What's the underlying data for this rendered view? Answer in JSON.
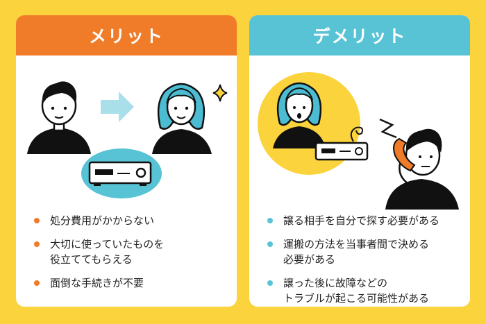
{
  "colors": {
    "background": "#FBD33C",
    "merit_accent": "#F07B28",
    "demerit_accent": "#58C3D5",
    "teal_hair": "#4BBCD1"
  },
  "merit": {
    "title": "メリット",
    "points": [
      {
        "lines": [
          "処分費用がかからない"
        ]
      },
      {
        "lines": [
          "大切に使っていたものを",
          "役立ててもらえる"
        ]
      },
      {
        "lines": [
          "面倒な手続きが不要"
        ]
      }
    ]
  },
  "demerit": {
    "title": "デメリット",
    "points": [
      {
        "lines": [
          "譲る相手を自分で探す必要がある"
        ]
      },
      {
        "lines": [
          "運搬の方法を当事者間で決める",
          "必要がある"
        ]
      },
      {
        "lines": [
          "譲った後に故障などの",
          "トラブルが起こる可能性がある"
        ]
      }
    ]
  },
  "icons": [
    "arrow-right-icon",
    "sparkle-icon",
    "video-recorder-icon",
    "broken-spring-icon",
    "phone-icon",
    "zigzag-icon"
  ]
}
